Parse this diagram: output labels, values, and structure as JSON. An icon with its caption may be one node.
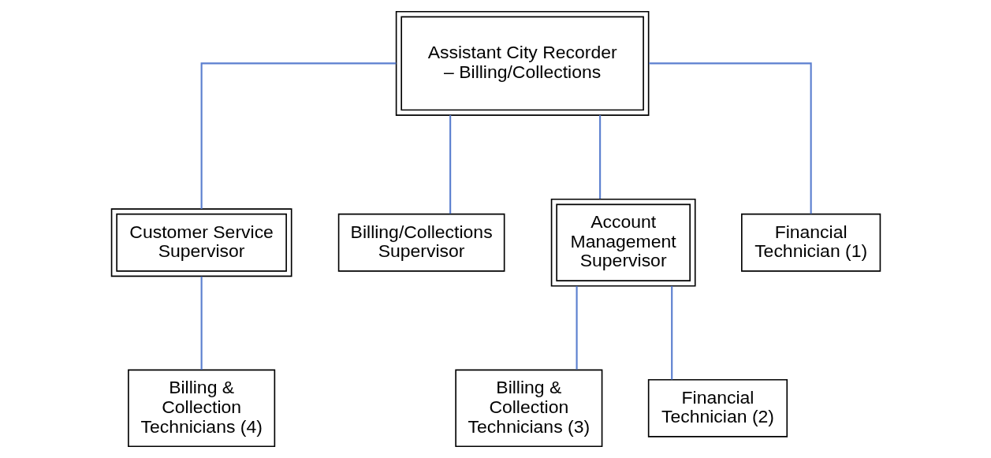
{
  "diagram": {
    "nodes": [
      {
        "text": [
          "Assistant City Recorder – Billing/Collections"
        ]
      },
      {
        "text": [
          "Customer Service Supervisor"
        ]
      },
      {
        "text": [
          "Billing/Collections Supervisor"
        ]
      },
      {
        "text": [
          "Account Management Supervisor"
        ]
      },
      {
        "text": [
          "Financial Technician (1)"
        ]
      },
      {
        "text": [
          "Billing & Collection Technicians (4)"
        ]
      },
      {
        "text": [
          "Billing & Collection Technicians (3)"
        ]
      },
      {
        "text": [
          "Financial Technician (2)"
        ]
      }
    ],
    "edges": [
      {
        "from": 0,
        "to": 1,
        "arrow": "none"
      },
      {
        "from": 0,
        "to": 2,
        "arrow": "none"
      },
      {
        "from": 0,
        "to": 3,
        "arrow": "none"
      },
      {
        "from": 0,
        "to": 4,
        "arrow": "none"
      },
      {
        "from": 1,
        "to": 5,
        "arrow": "none"
      },
      {
        "from": 3,
        "to": 6,
        "arrow": "none"
      },
      {
        "from": 3,
        "to": 7,
        "arrow": "none"
      }
    ]
  }
}
